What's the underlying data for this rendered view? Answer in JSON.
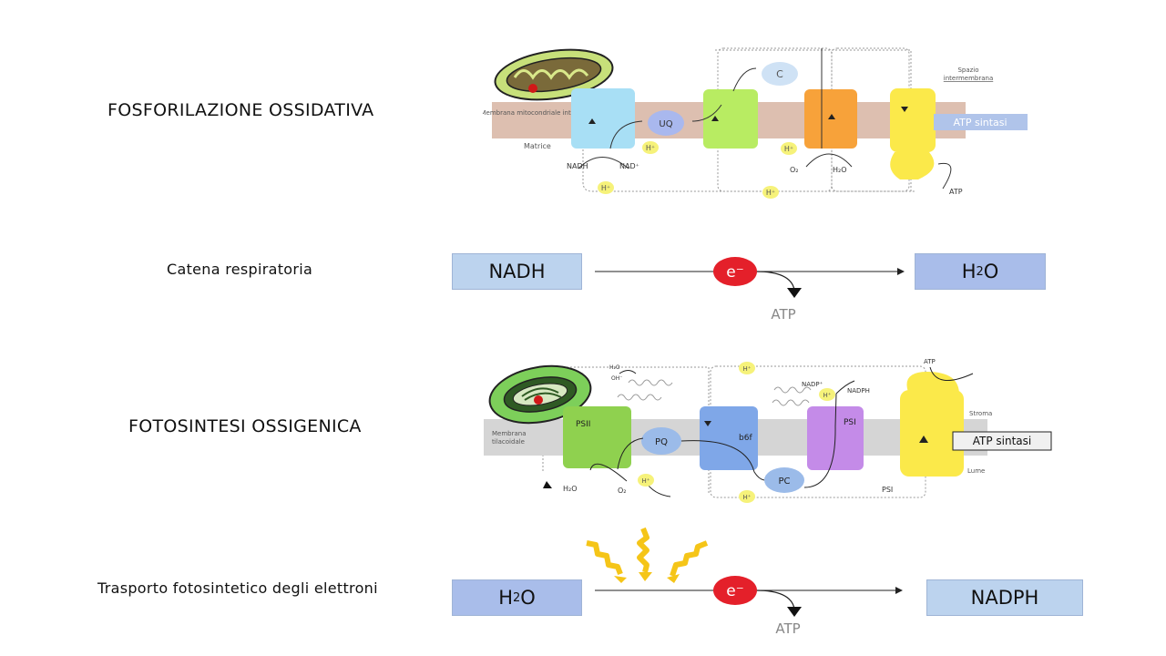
{
  "rows": {
    "ox_title": "FOSFORILAZIONE OSSIDATIVA",
    "resp_title": "Catena respiratoria",
    "photo_title": "FOTOSINTESI OSSIGENICA",
    "transport_title": "Trasporto fotosintetico degli elettroni"
  },
  "respiratory_chain": {
    "source": "NADH",
    "target_main": "H",
    "target_sub": "2",
    "target_tail": "O",
    "electron": "e⁻",
    "product": "ATP"
  },
  "photosynthetic_transport": {
    "source_main": "H",
    "source_sub": "2",
    "source_tail": "O",
    "target": "NADPH",
    "electron": "e⁻",
    "product": "ATP"
  },
  "mito_diagram": {
    "membrane_label": "Membrana mitocondriale interna",
    "matrix_label": "Matrice",
    "space_label_1": "Spazio",
    "space_label_2": "intermembrana",
    "uq": "UQ",
    "c": "C",
    "atp_synthase": "ATP sintasi",
    "nadh": "NADH",
    "nad": "NAD⁺",
    "h_plus": "H⁺",
    "o2": "O₂",
    "h2o": "H₂O",
    "atp": "ATP"
  },
  "chloro_diagram": {
    "membrane_label_1": "Membrana",
    "membrane_label_2": "tilacoidale",
    "psii": "PSII",
    "pq": "PQ",
    "b6f": "b6f",
    "pc": "PC",
    "psi": "PSI",
    "psi_bottom": "PSI",
    "atp_synthase": "ATP sintasi",
    "stroma": "Stroma",
    "lume": "Lume",
    "h2o": "H₂O",
    "o2": "O₂",
    "h2o_top": "H₂O",
    "oh": "OH⁻",
    "nadp": "NADP⁺",
    "nadph": "NADPH",
    "h_plus": "H⁺",
    "atp": "ATP"
  },
  "colors": {
    "box_light": "#bcd3ee",
    "box_blue": "#a9bdea",
    "electron_red": "#e4202a",
    "sun_yellow": "#f5c518"
  }
}
